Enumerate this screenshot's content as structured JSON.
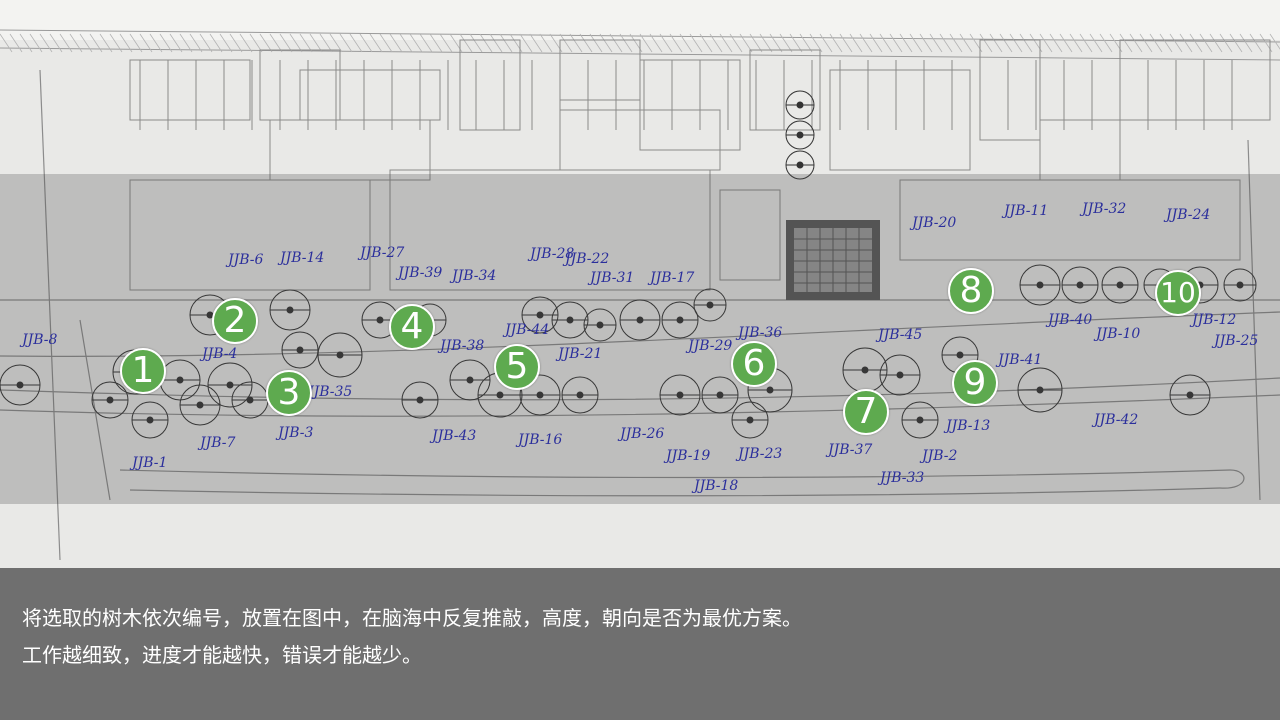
{
  "markers": [
    "1",
    "2",
    "3",
    "4",
    "5",
    "6",
    "7",
    "8",
    "9",
    "10"
  ],
  "tree_tags": [
    "JJB-8",
    "JJB-6",
    "JJB-14",
    "JJB-27",
    "JJB-39",
    "JJB-34",
    "JJB-28",
    "JJB-22",
    "JJB-31",
    "JJB-17",
    "JJB-20",
    "JJB-11",
    "JJB-32",
    "JJB-24",
    "JJB-4",
    "JJB-38",
    "JJB-44",
    "JJB-21",
    "JJB-29",
    "JJB-36",
    "JJB-45",
    "JJB-40",
    "JJB-10",
    "JJB-12",
    "JJB-25",
    "JJB-41",
    "JJB-35",
    "JJB-7",
    "JJB-3",
    "JJB-1",
    "JJB-43",
    "JJB-16",
    "JJB-26",
    "JJB-19",
    "JJB-23",
    "JJB-18",
    "JJB-37",
    "JJB-33",
    "JJB-2",
    "JJB-13",
    "JJB-42"
  ],
  "caption": {
    "line1": "将选取的树木依次编号，放置在图中，在脑海中反复推敲，高度，朝向是否为最优方案。",
    "line2": "工作越细致，进度才能越快，错误才能越少。"
  },
  "colors": {
    "marker": "#5eaa4f",
    "ink": "#2b2f9c",
    "caption_bg": "#6f6f6f"
  }
}
